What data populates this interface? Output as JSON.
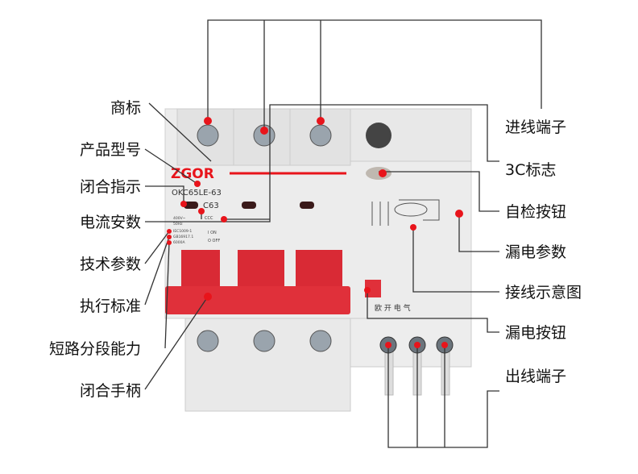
{
  "left_labels": [
    "商标",
    "产品型号",
    "闭合指示",
    "电流安数",
    "技术参数",
    "执行标准",
    "短路分段能力",
    "闭合手柄"
  ],
  "right_labels": [
    "进线端子",
    "3C标志",
    "自检按钮",
    "漏电参数",
    "接线示意图",
    "漏电按钮",
    "出线端子"
  ],
  "device": {
    "brand": "ZGOR",
    "model": "OKC65LE-63",
    "rating": "C63",
    "cert_mark": "CCC",
    "tech_params": [
      "400V~",
      "50Hz",
      "IEC1009-1",
      "GB16917.1",
      "6000A"
    ],
    "switch_on": "I ON",
    "switch_off": "O OFF",
    "maker": "欧 开 电 气"
  },
  "colors": {
    "accent": "#e8141b",
    "handle": "#e0303a",
    "body": "#ebebeb"
  }
}
